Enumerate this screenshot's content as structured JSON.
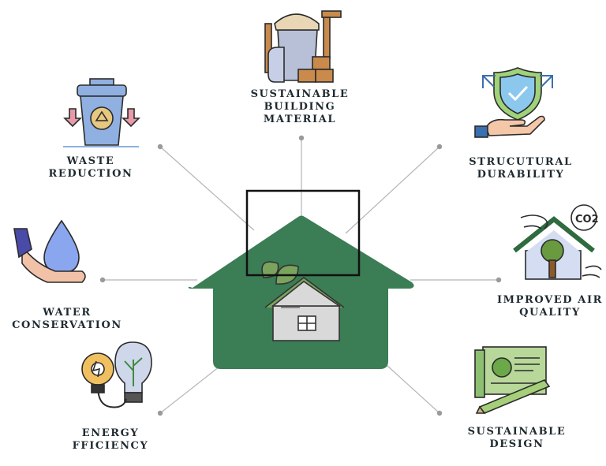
{
  "colors": {
    "house_green": "#3b7d55",
    "connector": "#b5b5b5",
    "dot": "#9a9a9a",
    "label_text": "#1e2a30",
    "icon_outline": "#2b2b2b"
  },
  "nodes": [
    {
      "id": "sbm",
      "icon": "bucket-shovel-bricks-icon",
      "lines": [
        "SUSTAINABLE",
        "BUILDING",
        "MATERIAL"
      ]
    },
    {
      "id": "waste",
      "icon": "recycle-bin-icon",
      "lines": [
        "WASTE",
        "REDUCTION"
      ]
    },
    {
      "id": "struct",
      "icon": "shield-check-hand-icon",
      "lines": [
        "STRUCUTURAL",
        "DURABILITY"
      ]
    },
    {
      "id": "air",
      "icon": "house-tree-co2-icon",
      "lines": [
        "IMPROVED AIR",
        "QUALITY"
      ]
    },
    {
      "id": "water",
      "icon": "water-drop-hand-icon",
      "lines": [
        "WATER",
        "CONSERVATION"
      ]
    },
    {
      "id": "energy",
      "icon": "gear-bulb-icon",
      "lines": [
        "ENERGY",
        "FFICIENCY"
      ]
    },
    {
      "id": "sdesign",
      "icon": "blueprint-pencil-icon",
      "lines": [
        "SUSTAINABLE",
        "DESIGN"
      ]
    }
  ],
  "center": {
    "icon": "eco-house-icon",
    "co2_text": "CO2"
  }
}
